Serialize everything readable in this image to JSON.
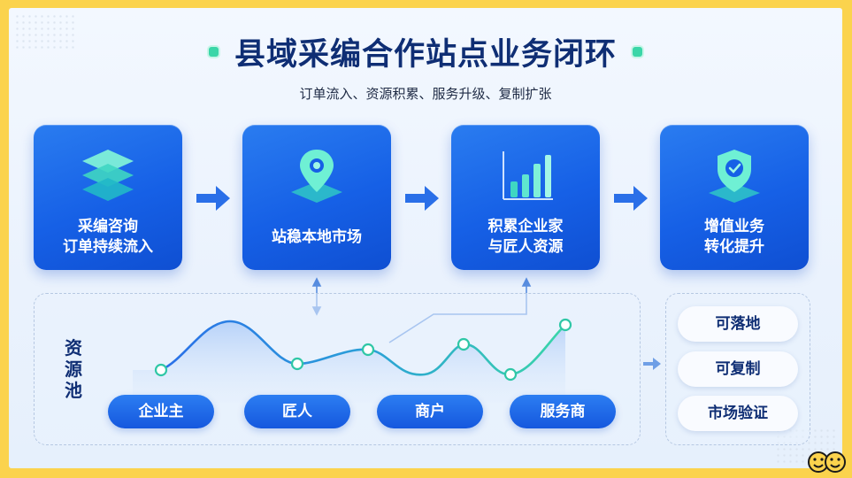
{
  "title": "县域采编合作站点业务闭环",
  "subtitle": "订单流入、资源积累、服务升级、复制扩张",
  "steps": [
    {
      "line1": "采编咨询",
      "line2": "订单持续流入",
      "icon": "layers-icon"
    },
    {
      "line1": "站稳本地市场",
      "line2": "",
      "icon": "location-pin-icon"
    },
    {
      "line1": "积累企业家",
      "line2": "与匠人资源",
      "icon": "bar-chart-icon"
    },
    {
      "line1": "增值业务",
      "line2": "转化提升",
      "icon": "shield-check-pin-icon"
    }
  ],
  "pool": {
    "label": "资源池",
    "items": [
      "企业主",
      "匠人",
      "商户",
      "服务商"
    ]
  },
  "outcomes": [
    "可落地",
    "可复制",
    "市场验证"
  ],
  "colors": {
    "card_blue": "#1660e6",
    "title_navy": "#0f2e74",
    "accent_green": "#3ad6a8",
    "frame_yellow": "#fbd34d"
  }
}
